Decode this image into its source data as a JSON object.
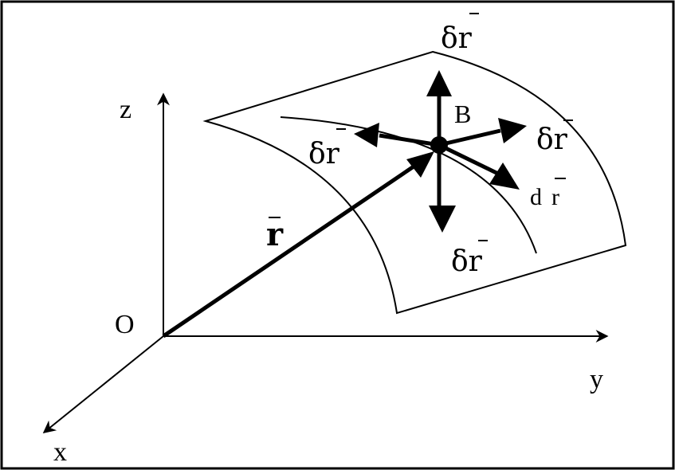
{
  "labels": {
    "z": "z",
    "y": "y",
    "x": "x",
    "origin": "O",
    "r": "r",
    "B": "B",
    "delta_r_top": "δr",
    "delta_r_left": "δr",
    "delta_r_right": "δr",
    "delta_r_bottom": "δr",
    "d": "d",
    "dr_r": "r"
  },
  "colors": {
    "ink": "#000000",
    "paper": "#ffffff"
  }
}
